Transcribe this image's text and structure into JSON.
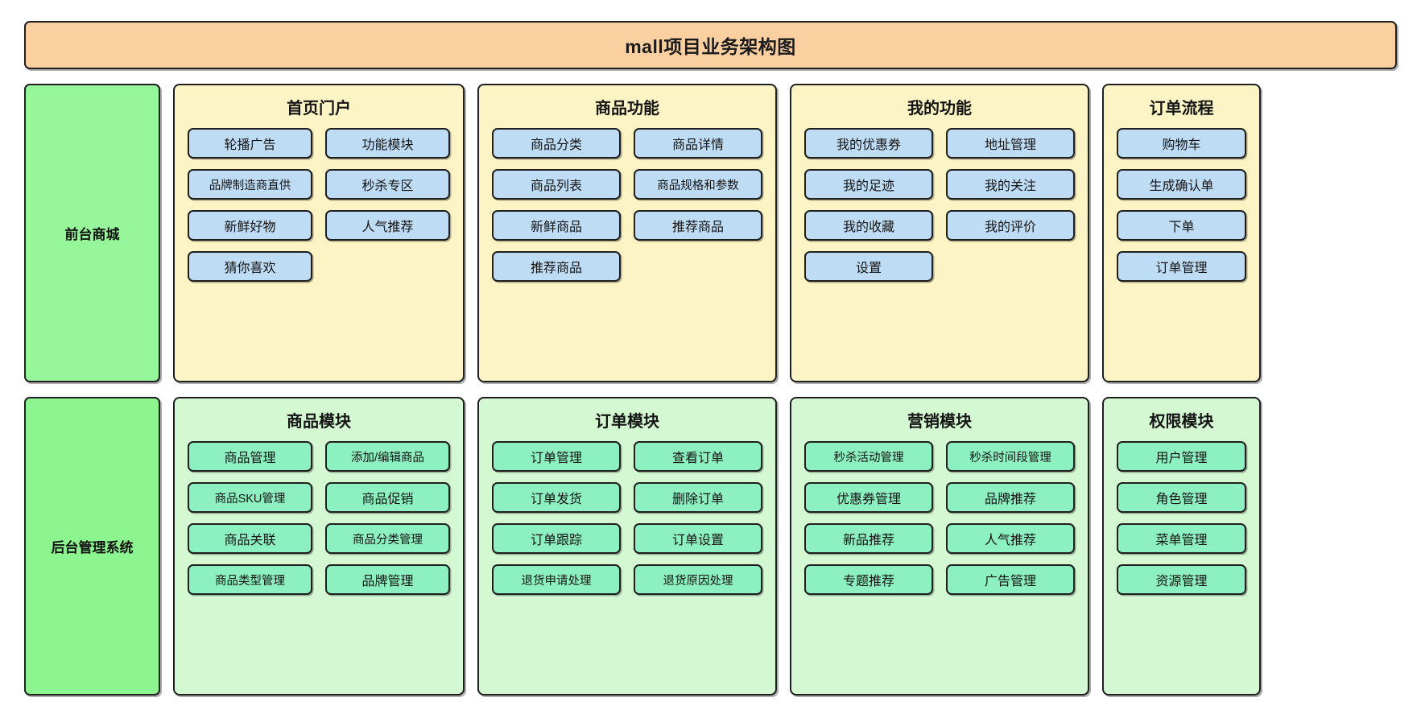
{
  "diagram": {
    "title": "mall项目业务架构图",
    "tiers": [
      {
        "label": "前台商城",
        "tier_color": "#95f79a",
        "group_color": "#fcf4c4",
        "node_color": "#bfdcf5",
        "groups": [
          {
            "title": "首页门户",
            "columns": 2,
            "items": [
              "轮播广告",
              "功能模块",
              "品牌制造商直供",
              "秒杀专区",
              "新鲜好物",
              "人气推荐",
              "猜你喜欢"
            ]
          },
          {
            "title": "商品功能",
            "columns": 2,
            "items": [
              "商品分类",
              "商品详情",
              "商品列表",
              "商品规格和参数",
              "新鲜商品",
              "推荐商品",
              "推荐商品"
            ]
          },
          {
            "title": "我的功能",
            "columns": 2,
            "items": [
              "我的优惠券",
              "地址管理",
              "我的足迹",
              "我的关注",
              "我的收藏",
              "我的评价",
              "设置"
            ]
          },
          {
            "title": "订单流程",
            "columns": 1,
            "items": [
              "购物车",
              "生成确认单",
              "下单",
              "订单管理"
            ]
          }
        ]
      },
      {
        "label": "后台管理系统",
        "tier_color": "#8cf58f",
        "group_color": "#d4f8d2",
        "node_color": "#8cf0c0",
        "groups": [
          {
            "title": "商品模块",
            "columns": 2,
            "items": [
              "商品管理",
              "添加/编辑商品",
              "商品SKU管理",
              "商品促销",
              "商品关联",
              "商品分类管理",
              "商品类型管理",
              "品牌管理"
            ]
          },
          {
            "title": "订单模块",
            "columns": 2,
            "items": [
              "订单管理",
              "查看订单",
              "订单发货",
              "删除订单",
              "订单跟踪",
              "订单设置",
              "退货申请处理",
              "退货原因处理"
            ]
          },
          {
            "title": "营销模块",
            "columns": 2,
            "items": [
              "秒杀活动管理",
              "秒杀时间段管理",
              "优惠券管理",
              "品牌推荐",
              "新品推荐",
              "人气推荐",
              "专题推荐",
              "广告管理"
            ]
          },
          {
            "title": "权限模块",
            "columns": 1,
            "items": [
              "用户管理",
              "角色管理",
              "菜单管理",
              "资源管理"
            ]
          }
        ]
      }
    ]
  }
}
